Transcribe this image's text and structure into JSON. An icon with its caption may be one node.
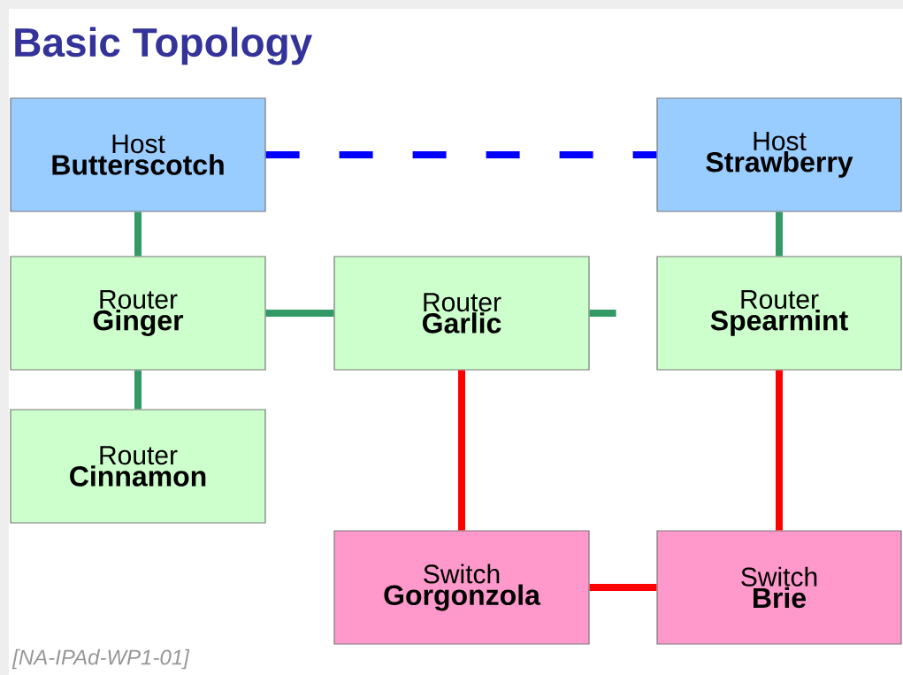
{
  "diagram": {
    "title": "Basic  Topology",
    "nodes": [
      {
        "text": [
          "Host",
          "Butterscotch"
        ]
      },
      {
        "text": [
          "Host",
          "Strawberry"
        ]
      },
      {
        "text": [
          "Router",
          "Ginger"
        ]
      },
      {
        "text": [
          "Router",
          "Garlic"
        ]
      },
      {
        "text": [
          "Router",
          "Spearmint"
        ]
      },
      {
        "text": [
          "Router",
          "Cinnamon"
        ]
      },
      {
        "text": [
          "Switch",
          "Gorgonzola"
        ]
      },
      {
        "text": [
          "Switch",
          "Brie"
        ]
      }
    ],
    "edges": [
      {
        "from": 0,
        "to": 1,
        "arrow": "none",
        "style": "dashed",
        "color": "#0000ff"
      },
      {
        "from": 0,
        "to": 2,
        "arrow": "none"
      },
      {
        "from": 1,
        "to": 4,
        "arrow": "none"
      },
      {
        "from": 2,
        "to": 3,
        "arrow": "none"
      },
      {
        "from": 3,
        "to": 4,
        "arrow": "none",
        "style": "dashed"
      },
      {
        "from": 2,
        "to": 5,
        "arrow": "none"
      },
      {
        "from": 3,
        "to": 6,
        "arrow": "none",
        "color": "#ff0000"
      },
      {
        "from": 4,
        "to": 7,
        "arrow": "none",
        "color": "#ff0000"
      },
      {
        "from": 6,
        "to": 7,
        "arrow": "none",
        "color": "#ff0000"
      }
    ],
    "labels": [
      "[NA-IPAd-WP1-01]"
    ]
  }
}
